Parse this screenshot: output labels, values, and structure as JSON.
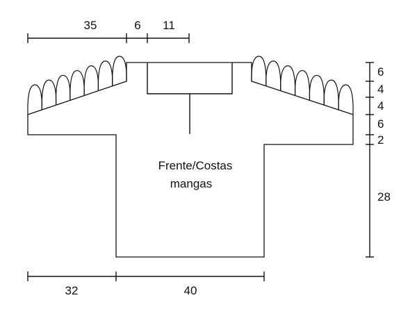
{
  "labels": {
    "piece_line1": "Frente/Costas",
    "piece_line2": "mangas"
  },
  "dimensions": {
    "top_left": "35",
    "top_middle": "6",
    "top_right": "11",
    "bottom_left": "32",
    "bottom_right": "40",
    "right_1": "6",
    "right_2": "4",
    "right_3": "4",
    "right_4": "6",
    "right_5": "2",
    "right_6": "28"
  },
  "colors": {
    "ink": "#111111",
    "background": "#ffffff"
  }
}
